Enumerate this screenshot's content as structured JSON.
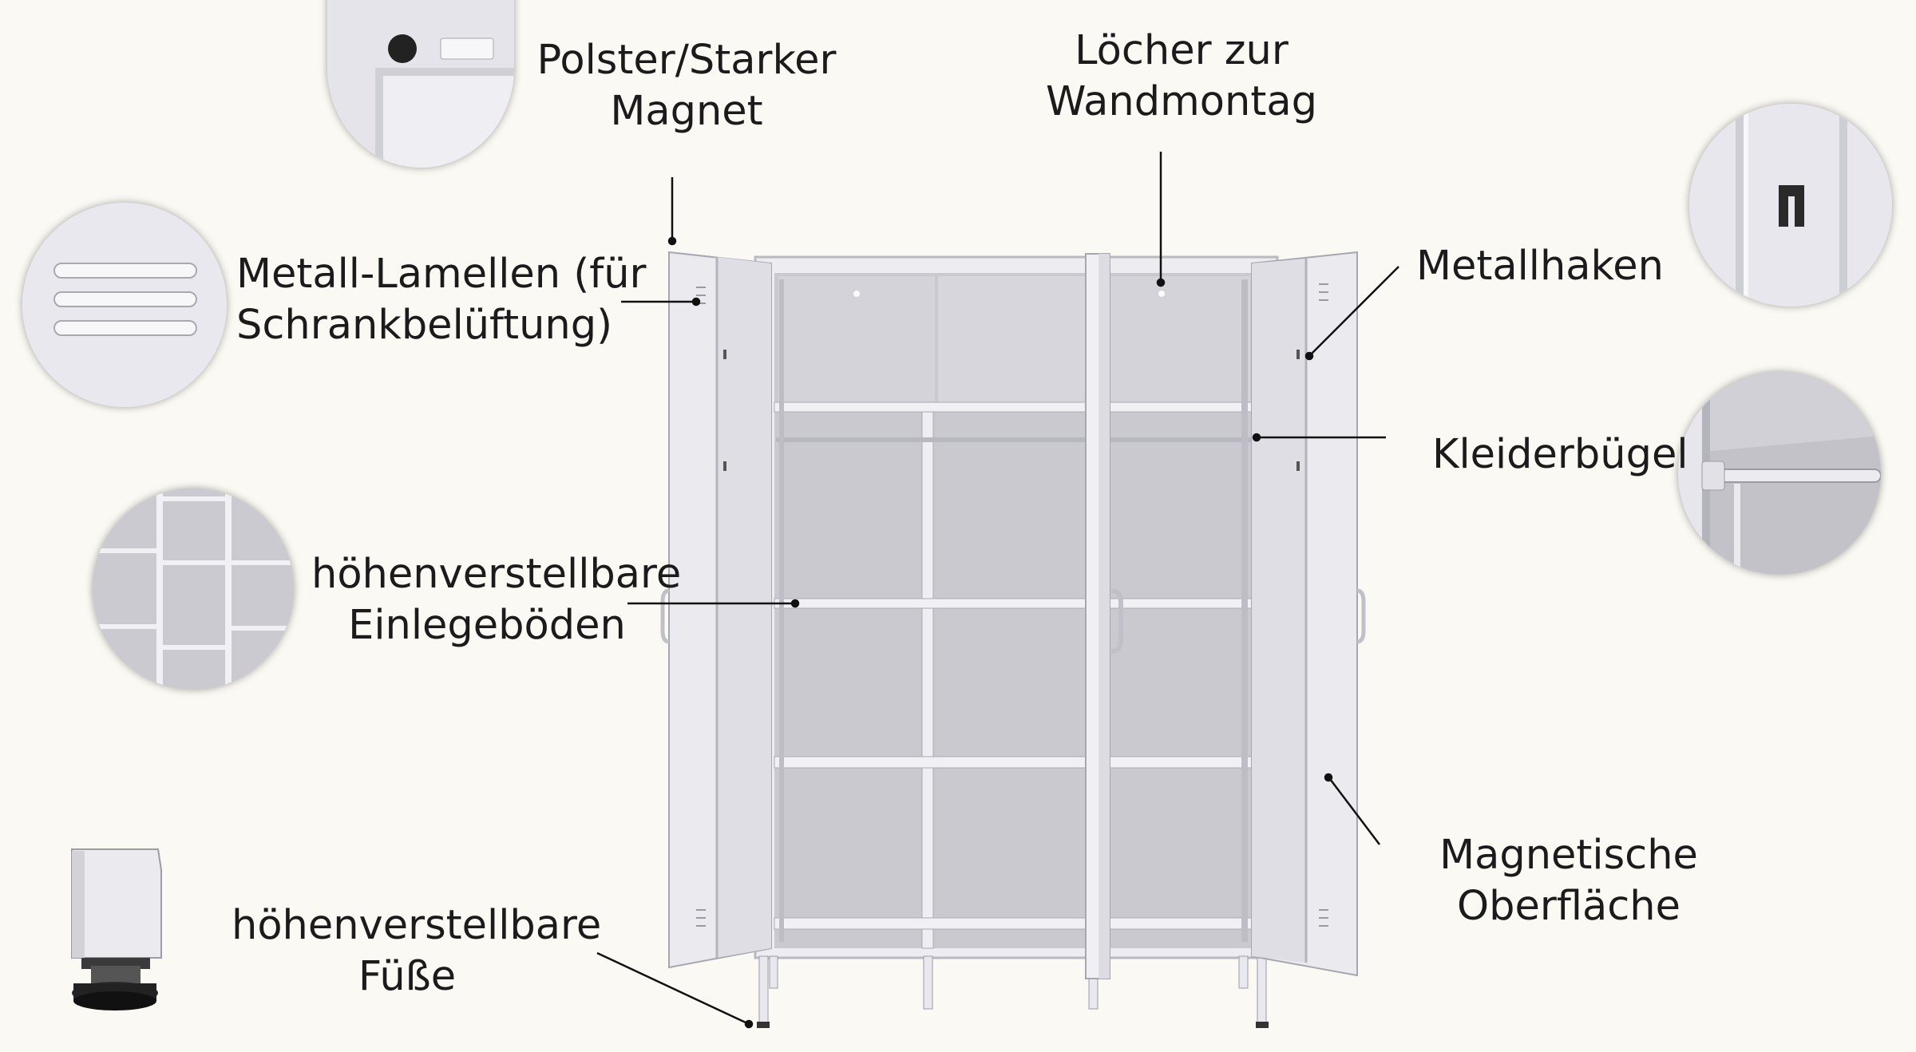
{
  "callouts": {
    "magnet": {
      "line1": "Polster/Starker",
      "line2": "Magnet"
    },
    "holes": {
      "line1": "Löcher zur",
      "line2": "Wandmontag"
    },
    "vents": {
      "line1": "Metall-Lamellen (für",
      "line2": "Schrankbelüftung)"
    },
    "hooks": {
      "line1": "Metallhaken"
    },
    "rail": {
      "line1": "Kleiderbügel"
    },
    "shelves": {
      "line1": "höhenverstellbare",
      "line2": "Einlegeböden"
    },
    "magnetic_surface": {
      "line1": "Magnetische",
      "line2": "Oberfläche"
    },
    "feet": {
      "line1": "höhenverstellbare",
      "line2": "Füße"
    }
  },
  "thumbnails": [
    {
      "name": "magnet-closeup",
      "icon": "magnet-lock-icon"
    },
    {
      "name": "vent-louvers-closeup",
      "icon": "vent-icon"
    },
    {
      "name": "shelves-closeup",
      "icon": "shelf-icon"
    },
    {
      "name": "foot-closeup",
      "icon": "adjustable-foot-icon"
    },
    {
      "name": "hook-closeup",
      "icon": "hook-icon"
    },
    {
      "name": "hanger-rail-closeup",
      "icon": "rail-icon"
    }
  ],
  "colors": {
    "background": "#fbf9f3",
    "cabinet": "#e6e6ec",
    "cabinet_interior": "#cfcfd6",
    "text": "#1b1b1b"
  }
}
